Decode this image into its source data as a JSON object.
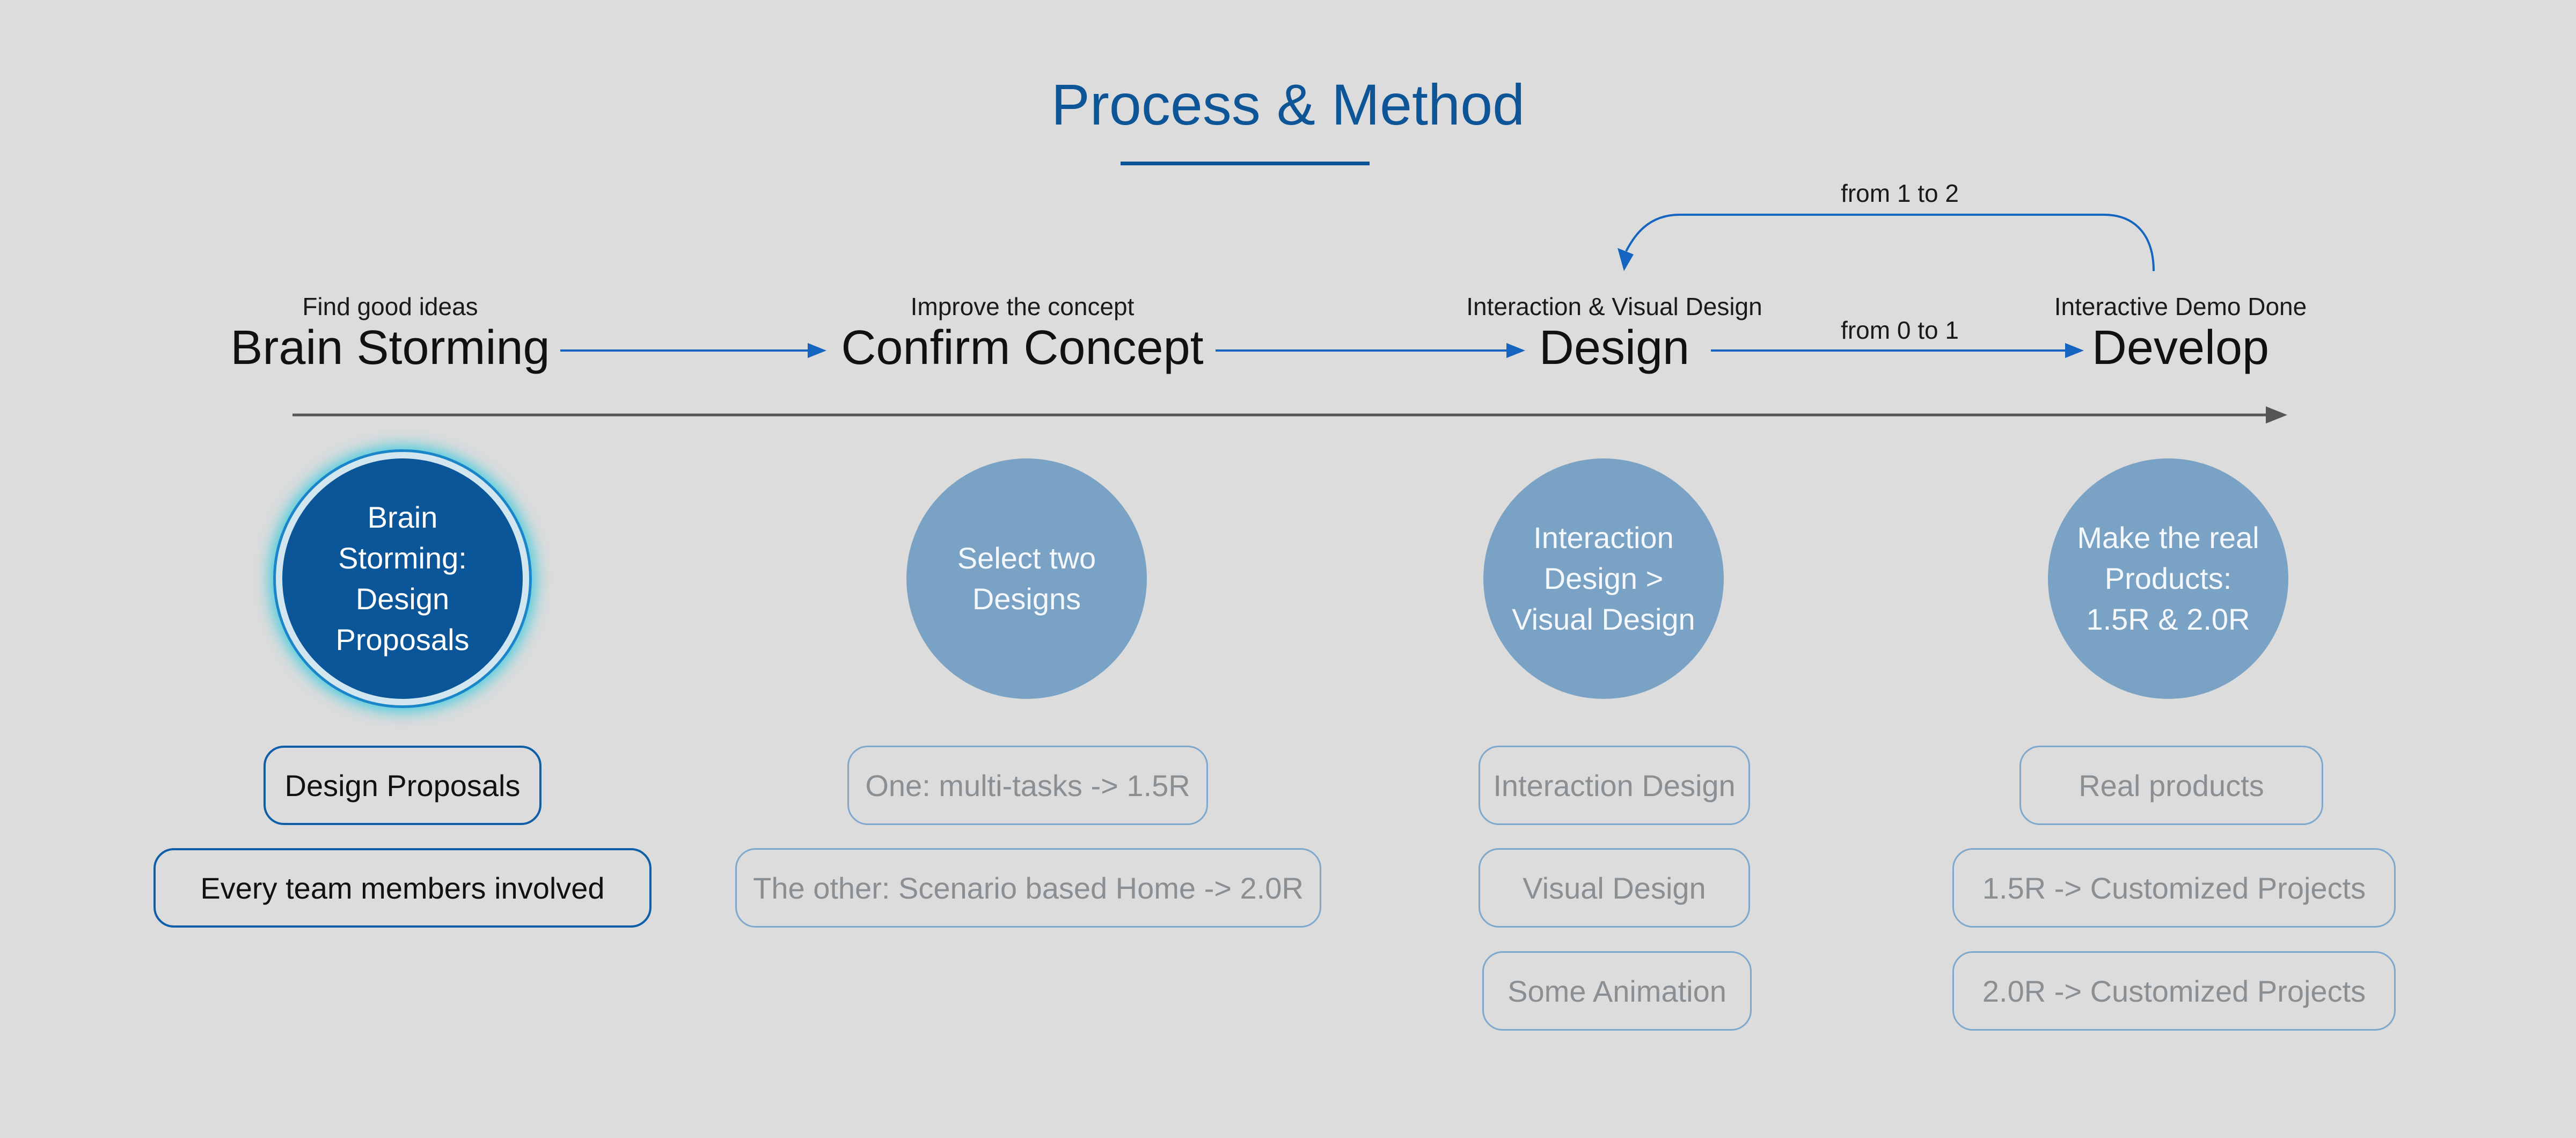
{
  "title": "Process & Method",
  "colors": {
    "accent": "#0e5597",
    "arrow": "#1565c0",
    "circle_active": "#0a5698",
    "circle_inactive": "#7aa2c4",
    "timeline": "#555555"
  },
  "edges": {
    "loop_label": "from 1 to 2",
    "design_develop_label": "from 0 to 1"
  },
  "phases": [
    {
      "subtitle": "Find good ideas",
      "name": "Brain Storming",
      "circle": "Brain\nStorming:\nDesign\nProposals",
      "items": [
        "Design Proposals",
        "Every team members involved"
      ]
    },
    {
      "subtitle": "Improve the concept",
      "name": "Confirm Concept",
      "circle": "Select two\nDesigns",
      "items": [
        "One: multi-tasks  -> 1.5R",
        "The other: Scenario based Home  -> 2.0R"
      ]
    },
    {
      "subtitle": "Interaction & Visual Design",
      "name": "Design",
      "circle": "Interaction\nDesign >\nVisual Design",
      "items": [
        "Interaction Design",
        "Visual Design",
        "Some Animation"
      ]
    },
    {
      "subtitle": "Interactive Demo Done",
      "name": "Develop",
      "circle": "Make the real\nProducts:\n1.5R & 2.0R",
      "items": [
        "Real products",
        "1.5R  -> Customized Projects",
        "2.0R  -> Customized Projects"
      ]
    }
  ]
}
